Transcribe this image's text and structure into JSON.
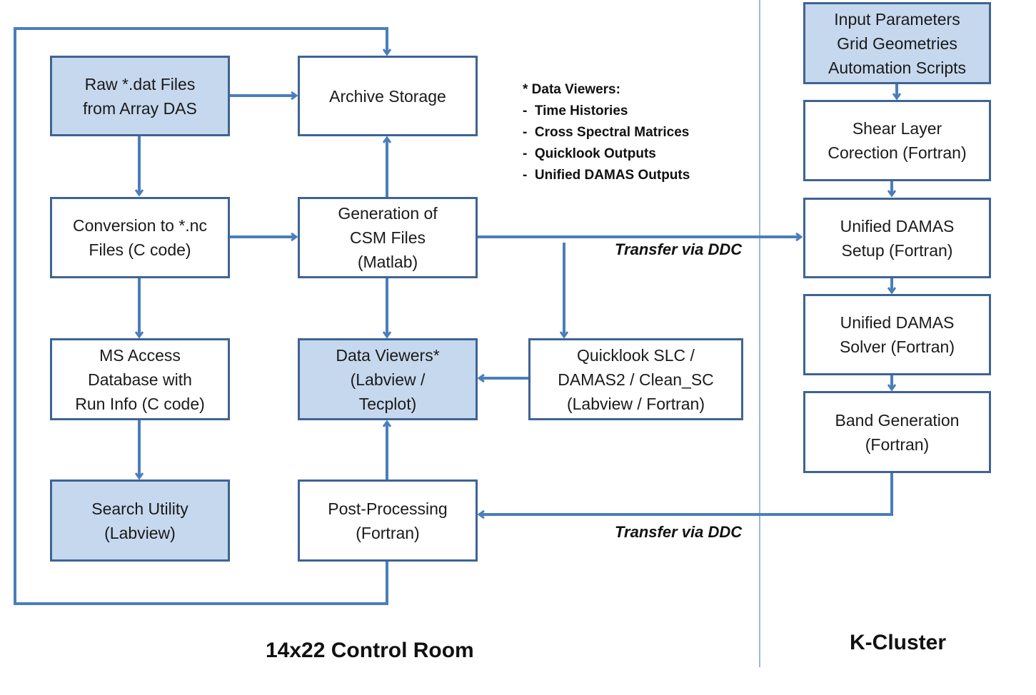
{
  "colors": {
    "arrow": "#4a7ebb",
    "box_border": "#3f6394",
    "highlight_fill": "#c6d8ee",
    "divider": "#7f9fcf"
  },
  "boxes": {
    "raw_dat": "Raw *.dat Files\nfrom Array DAS",
    "archive": "Archive Storage",
    "conversion": "Conversion to *.nc\nFiles (C code)",
    "csm": "Generation of\nCSM Files\n(Matlab)",
    "ms_access": "MS Access\nDatabase with\nRun Info (C code)",
    "data_viewers": "Data Viewers*\n(Labview /\nTecplot)",
    "quicklook": "Quicklook  SLC /\nDAMAS2 / Clean_SC\n(Labview / Fortran)",
    "search": "Search Utility\n(Labview)",
    "post": "Post-Processing\n(Fortran)",
    "input_params": "Input Parameters\nGrid Geometries\nAutomation Scripts",
    "shear": "Shear Layer\nCorection (Fortran)",
    "damas_setup": "Unified DAMAS\nSetup (Fortran)",
    "damas_solver": "Unified DAMAS\nSolver (Fortran)",
    "band": "Band Generation\n(Fortran)"
  },
  "note": {
    "title": "* Data Viewers:",
    "items": [
      "-  Time Histories",
      "-  Cross Spectral Matrices",
      "-  Quicklook Outputs",
      "-  Unified DAMAS Outputs"
    ]
  },
  "transfer_labels": [
    "Transfer via DDC",
    "Transfer via DDC"
  ],
  "sections": {
    "left": "14x22 Control Room",
    "right": "K-Cluster"
  }
}
